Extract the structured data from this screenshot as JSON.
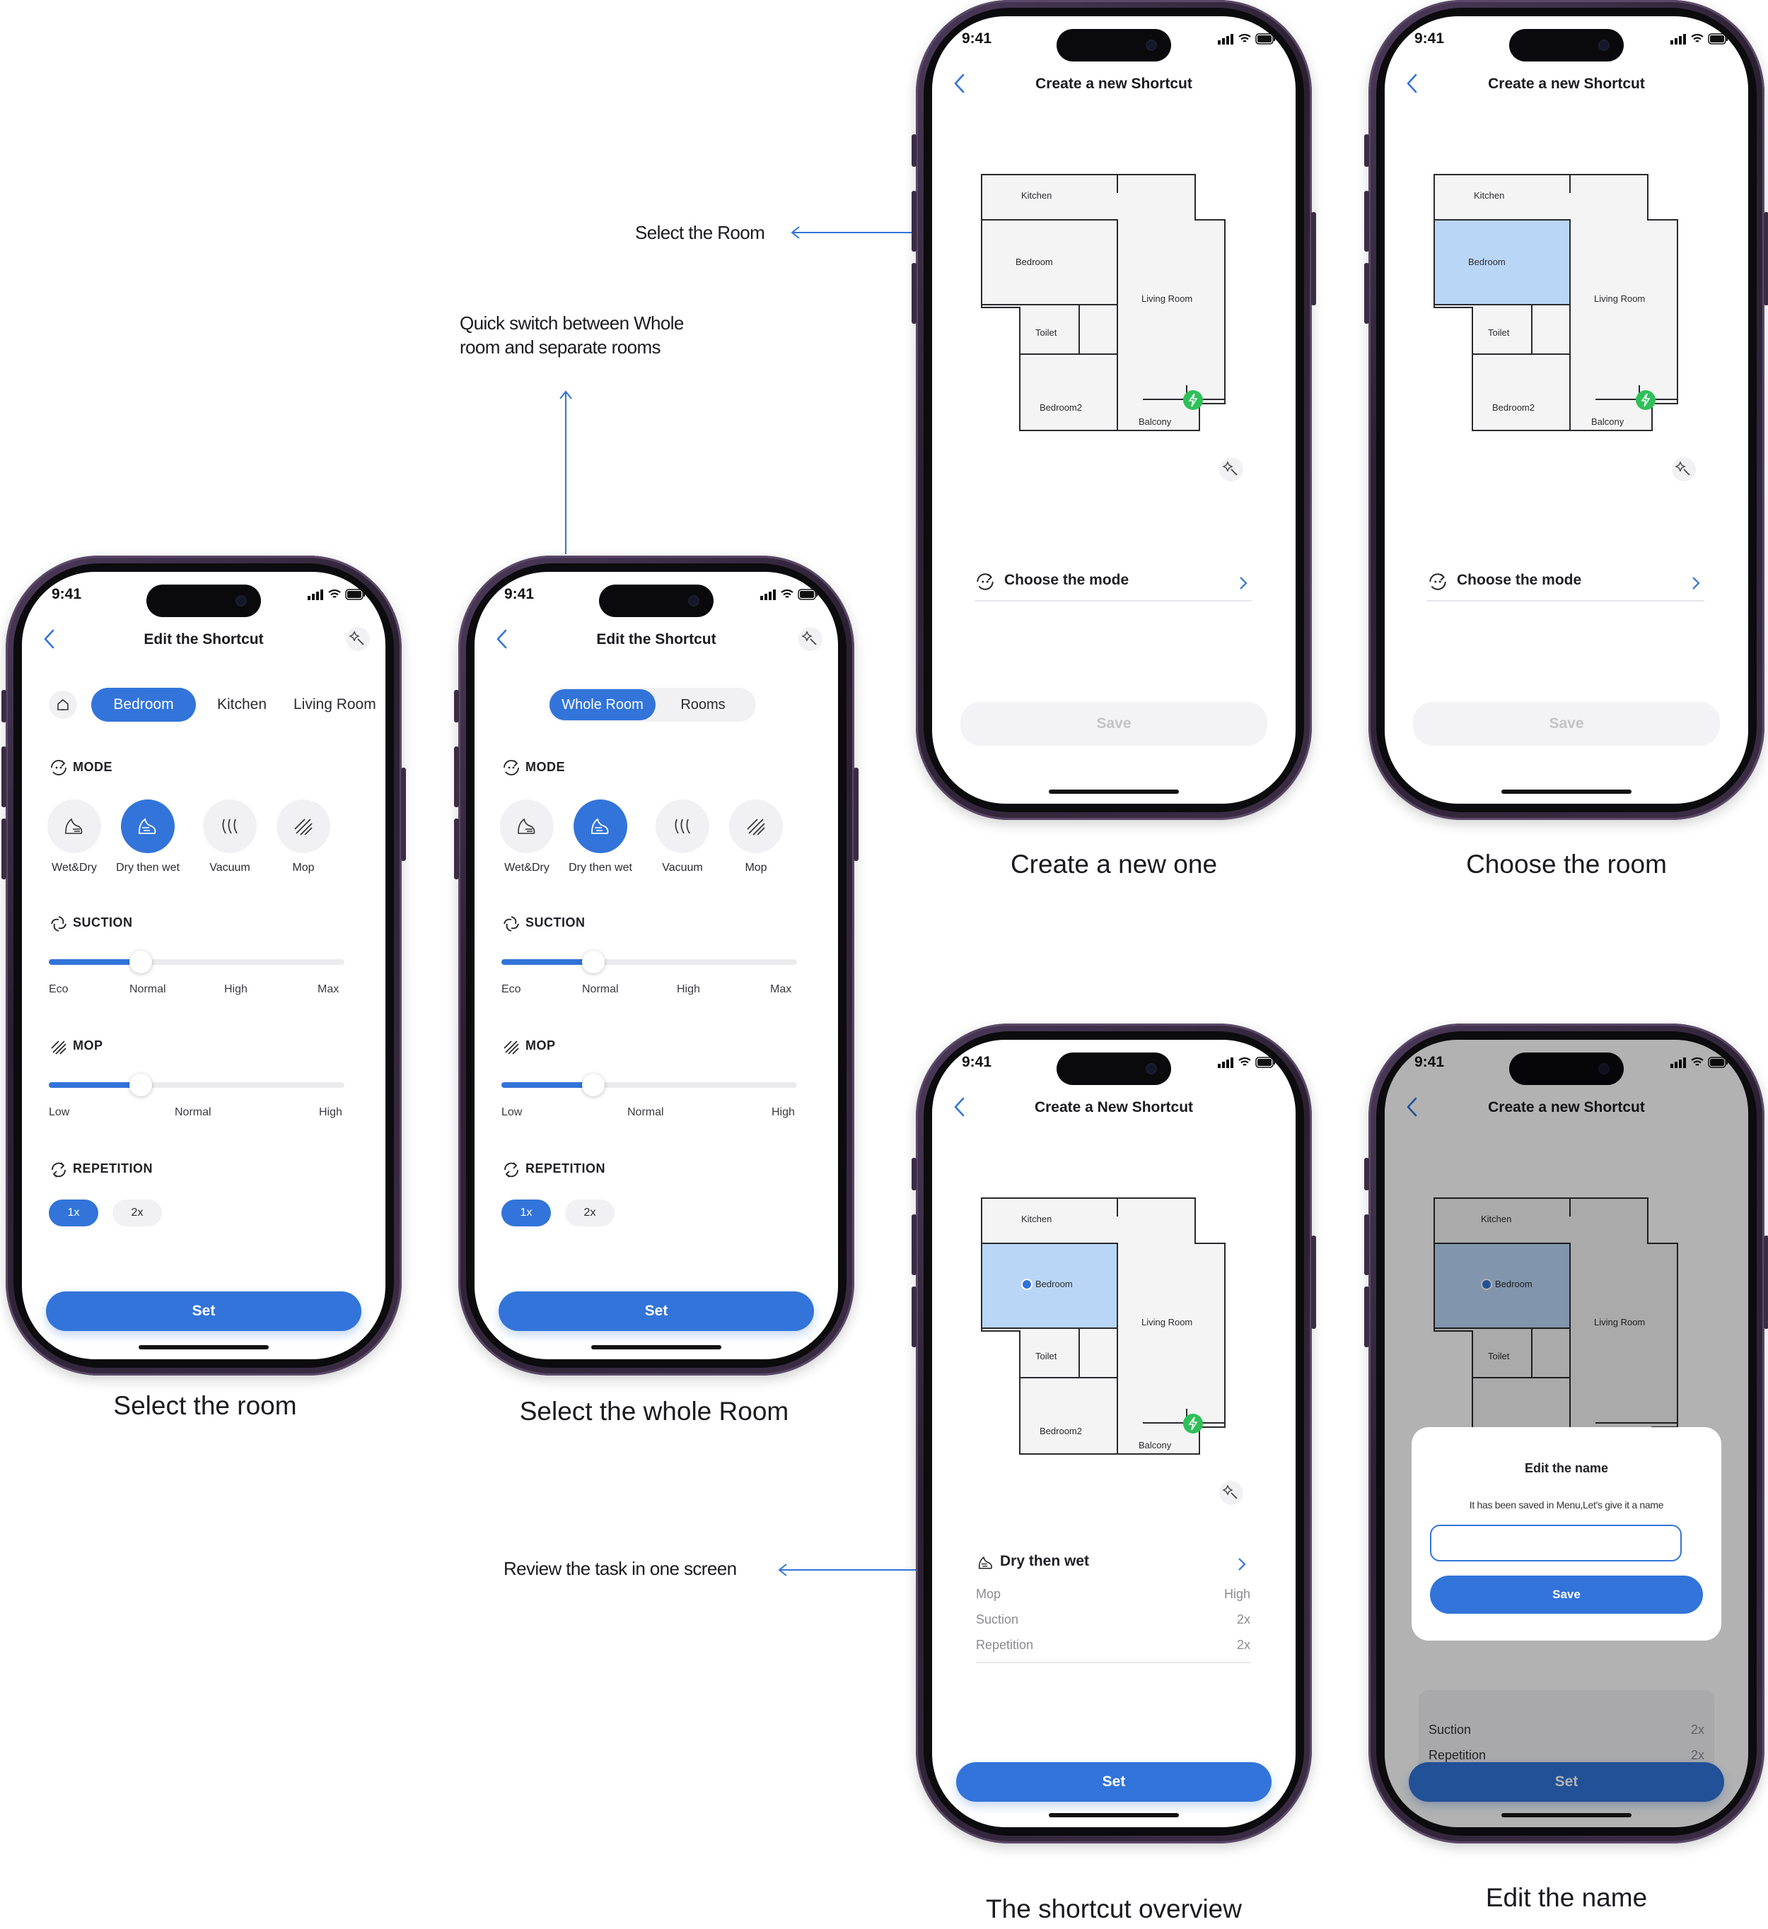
{
  "status": {
    "time": "9:41"
  },
  "phones": {
    "edit_room": {
      "title": "Edit the Shortcut",
      "tabs": [
        "Bedroom",
        "Kitchen",
        "Living Room"
      ],
      "caption": "Select the room"
    },
    "edit_whole": {
      "title": "Edit the Shortcut",
      "segments": [
        "Whole Room",
        "Rooms"
      ],
      "caption": "Select the whole Room"
    },
    "create_new": {
      "title": "Create a new Shortcut",
      "caption": "Create a new one"
    },
    "choose_room": {
      "title": "Create a new Shortcut",
      "caption": "Choose the room"
    },
    "overview": {
      "title": "Create a New Shortcut",
      "caption": "The shortcut overview"
    },
    "edit_name": {
      "title": "Create a new Shortcut",
      "caption": "Edit the name"
    }
  },
  "settings": {
    "mode": {
      "title": "MODE",
      "options": [
        "Wet&Dry",
        "Dry then wet",
        "Vacuum",
        "Mop"
      ],
      "selected": "Dry then wet"
    },
    "suction": {
      "title": "SUCTION",
      "ticks": [
        "Eco",
        "Normal",
        "High",
        "Max"
      ],
      "value_fraction": 0.31
    },
    "mop": {
      "title": "MOP",
      "ticks": [
        "Low",
        "Normal",
        "High"
      ],
      "value_fraction": 0.31
    },
    "repetition": {
      "title": "REPETITION",
      "options": [
        "1x",
        "2x"
      ],
      "selected": "1x"
    },
    "set_label": "Set"
  },
  "map": {
    "rooms": [
      "Kitchen",
      "Bedroom",
      "Living Room",
      "Toilet",
      "Bedroom2",
      "Balcony"
    ],
    "selected_room": "Bedroom",
    "highlight_color": "#b9d6f7"
  },
  "choose_mode": {
    "label": "Choose the mode",
    "save_label": "Save"
  },
  "overview": {
    "mode_label": "Dry then wet",
    "rows": [
      {
        "key": "Mop",
        "value": "High"
      },
      {
        "key": "Suction",
        "value": "2x"
      },
      {
        "key": "Repetition",
        "value": "2x"
      }
    ],
    "set_label": "Set"
  },
  "edit_name_modal": {
    "title": "Edit the name",
    "subtitle": "It has been saved in Menu,Let's give it a name",
    "input_value": "",
    "save_label": "Save",
    "behind_rows": [
      {
        "key": "Suction",
        "value": "2x"
      },
      {
        "key": "Repetition",
        "value": "2x"
      }
    ]
  },
  "annotations": {
    "select_room": "Select the Room",
    "quick_switch": "Quick switch between Whole room and separate rooms",
    "review": "Review the task in one screen"
  },
  "colors": {
    "accent": "#3274d9",
    "power": "#2fc05a",
    "frame": "#2e2336"
  }
}
